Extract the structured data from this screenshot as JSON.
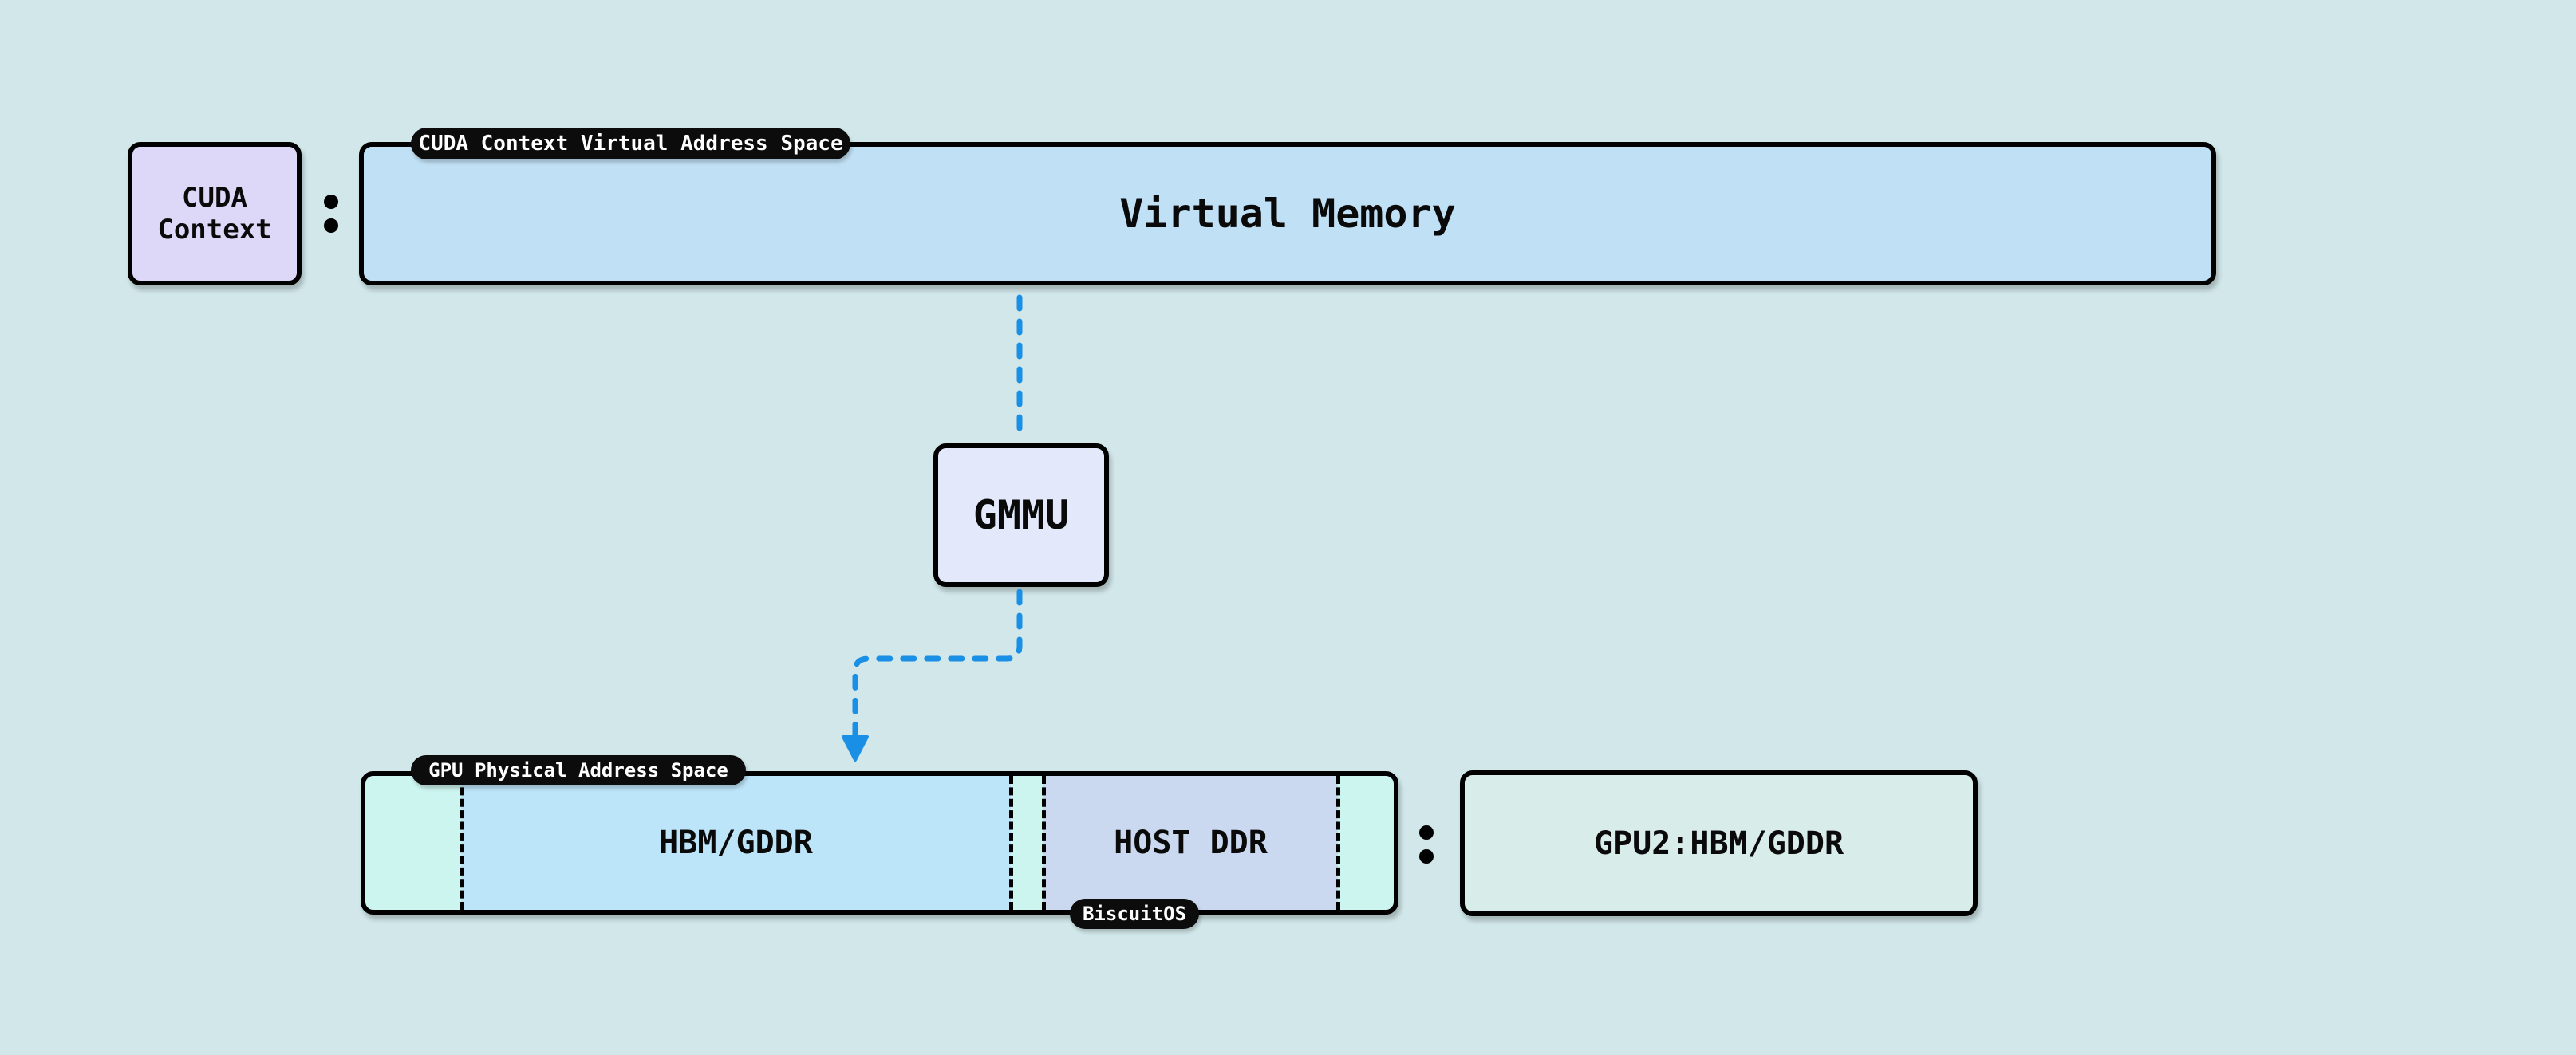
{
  "diagram": {
    "cuda_context": {
      "label_line1": "CUDA",
      "label_line2": "Context"
    },
    "virtual_space": {
      "tag": "CUDA Context Virtual Address Space",
      "label": "Virtual Memory"
    },
    "gmmu": {
      "label": "GMMU"
    },
    "physical_space": {
      "tag": "GPU Physical Address Space",
      "segments": [
        {
          "label": "HBM/GDDR"
        },
        {
          "label": "HOST DDR"
        }
      ],
      "footer_tag": "BiscuitOS"
    },
    "gpu2": {
      "label": "GPU2:HBM/GDDR"
    },
    "colors": {
      "background": "#d1e7e9",
      "cuda_context_fill": "#ddd8f7",
      "virtual_memory_fill": "#c0e0f5",
      "gmmu_fill": "#e3e9fb",
      "physical_outer_fill": "#cdf5f0",
      "hbm_fill": "#bde5fa",
      "host_ddr_fill": "#cad9f0",
      "gpu2_fill": "#d8ecea",
      "arrow": "#1a8fe6"
    },
    "connections": [
      {
        "from": "virtual-memory",
        "to": "gmmu",
        "style": "dashed"
      },
      {
        "from": "gmmu",
        "to": "hbm-gddr",
        "style": "dashed-arrow"
      }
    ]
  }
}
